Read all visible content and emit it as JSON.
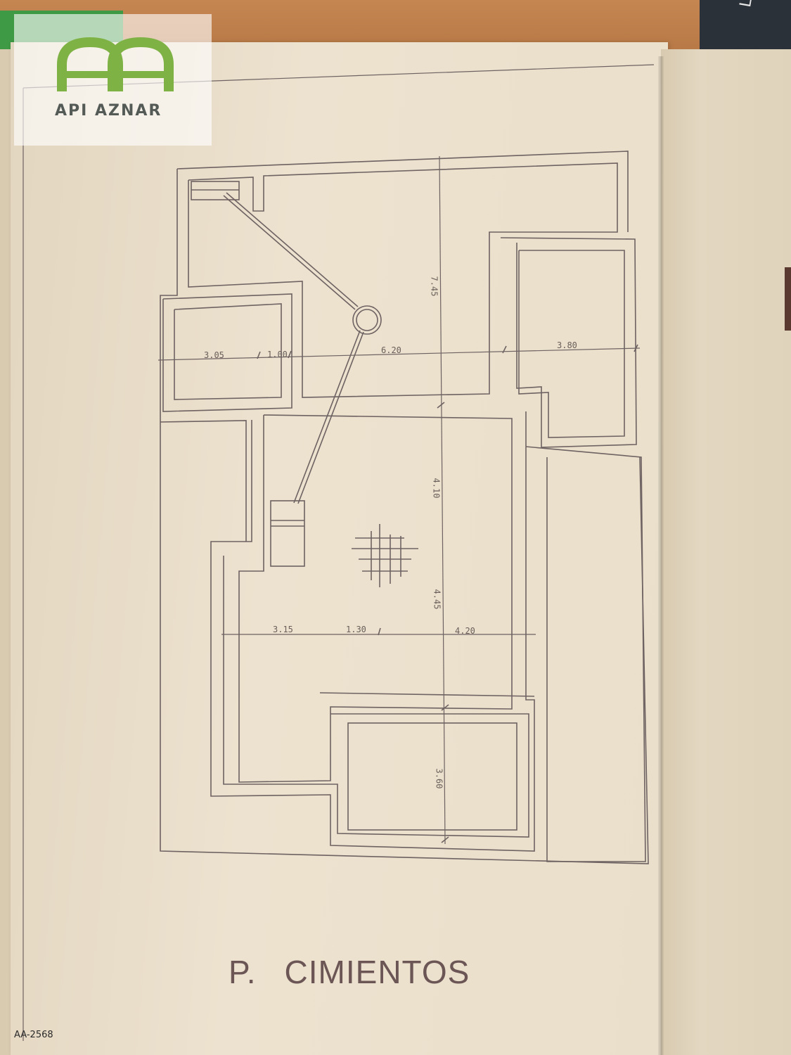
{
  "watermark": {
    "logo_mark": "AA",
    "brand_name": "API AZNAR",
    "brand_color": "#7fb244"
  },
  "book": {
    "spine_text": "Lo"
  },
  "plan": {
    "title_prefix": "P.",
    "title_main": "CIMIENTOS",
    "ink_color": "#6e6262",
    "dimensions_upper": [
      "3.05",
      "1.00",
      "6.20",
      "3.80"
    ],
    "dimensions_lower": [
      "3.15",
      "1.30",
      "4.20"
    ],
    "dimensions_vertical": [
      "7.45",
      "4.10",
      "4.45",
      "3.60"
    ]
  },
  "reference_code": "AA-2568"
}
